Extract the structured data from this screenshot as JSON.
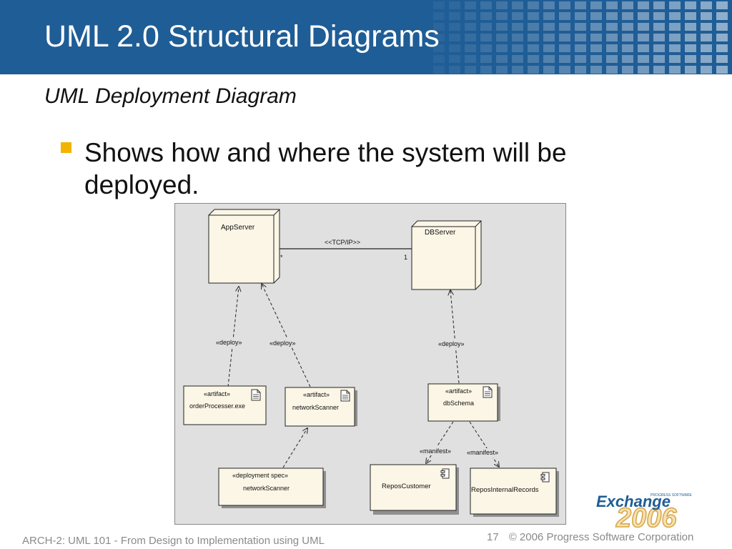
{
  "slide": {
    "title": "UML 2.0 Structural Diagrams",
    "subtitle": "UML Deployment Diagram",
    "bullet": "Shows how and where the system will be deployed."
  },
  "diagram": {
    "nodes": {
      "app_server": "AppServer",
      "db_server": "DBServer"
    },
    "connection": {
      "label": "<<TCP/IP>>",
      "left_multiplicity": "*",
      "right_multiplicity": "1"
    },
    "deploy_labels": [
      "«deploy»",
      "«deploy»",
      "«deploy»"
    ],
    "artifacts": [
      {
        "stereotype": "«artifact»",
        "name": "orderProcesser.exe"
      },
      {
        "stereotype": "«artifact»",
        "name": "networkScanner"
      },
      {
        "stereotype": "«artifact»",
        "name": "dbSchema"
      }
    ],
    "deployment_spec": {
      "stereotype": "«deployment spec»",
      "name": "networkScanner"
    },
    "manifest_labels": [
      "«manifest»",
      "«manifest»"
    ],
    "components": [
      "ReposCustomer",
      "ReposInternalRecords"
    ]
  },
  "footer": {
    "left": "ARCH-2: UML 101 - From Design to Implementation using UML",
    "page_number": "17",
    "copyright": "© 2006 Progress Software Corporation"
  },
  "logo": {
    "word": "Exchange",
    "year": "2006",
    "tagline": "PROGRESS SOFTWARE"
  },
  "colors": {
    "banner": "#1f5d96",
    "bullet": "#f2b400",
    "diagram_bg": "#e0e0e0",
    "box_fill": "#fbf6e6"
  },
  "icons": [
    "document-icon",
    "component-icon"
  ]
}
